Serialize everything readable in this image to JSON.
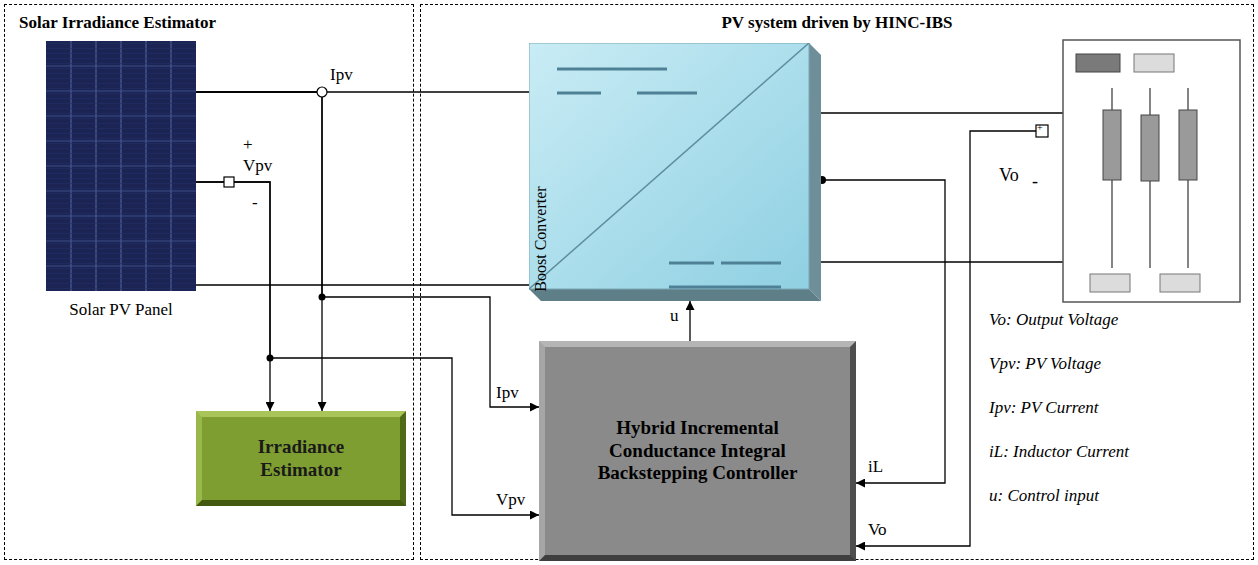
{
  "diagram": {
    "nodes": [
      {
        "text": [
          "Solar Irradiance Estimator"
        ]
      },
      {
        "text": [
          "PV system driven by HINC-IBS"
        ]
      },
      {
        "text": [
          "Solar PV Panel"
        ],
        "in": 0
      },
      {
        "text": [
          "Irradiance Estimator"
        ],
        "in": 0
      },
      {
        "text": [
          "Boost Converter"
        ],
        "in": 1
      },
      {
        "text": [
          "Hybrid Incremental Conductance Integral Backstepping Controller"
        ],
        "in": 1
      }
    ],
    "edges": [
      {
        "from": 2,
        "to": 4,
        "arrow": "none"
      },
      {
        "from": 2,
        "to": 4,
        "arrow": "none"
      },
      {
        "from": 2,
        "to": 3,
        "label": "Vpv",
        "arrow": "to"
      },
      {
        "from": 2,
        "to": 3,
        "label": "Ipv",
        "arrow": "to"
      },
      {
        "from": 2,
        "to": 5,
        "label": "Ipv",
        "arrow": "to"
      },
      {
        "from": 2,
        "to": 5,
        "label": "Vpv",
        "arrow": "to"
      },
      {
        "from": 5,
        "to": 4,
        "label": "u",
        "arrow": "to"
      },
      {
        "from": 4,
        "to": 5,
        "label": "iL",
        "arrow": "to"
      }
    ],
    "labels": [
      "+",
      "-",
      "+",
      "Vo",
      "-",
      "Vo",
      "Vo: Output Voltage",
      "Vpv: PV Voltage",
      "Ipv: PV Current",
      "iL: Inductor Current",
      "u: Control input"
    ]
  }
}
